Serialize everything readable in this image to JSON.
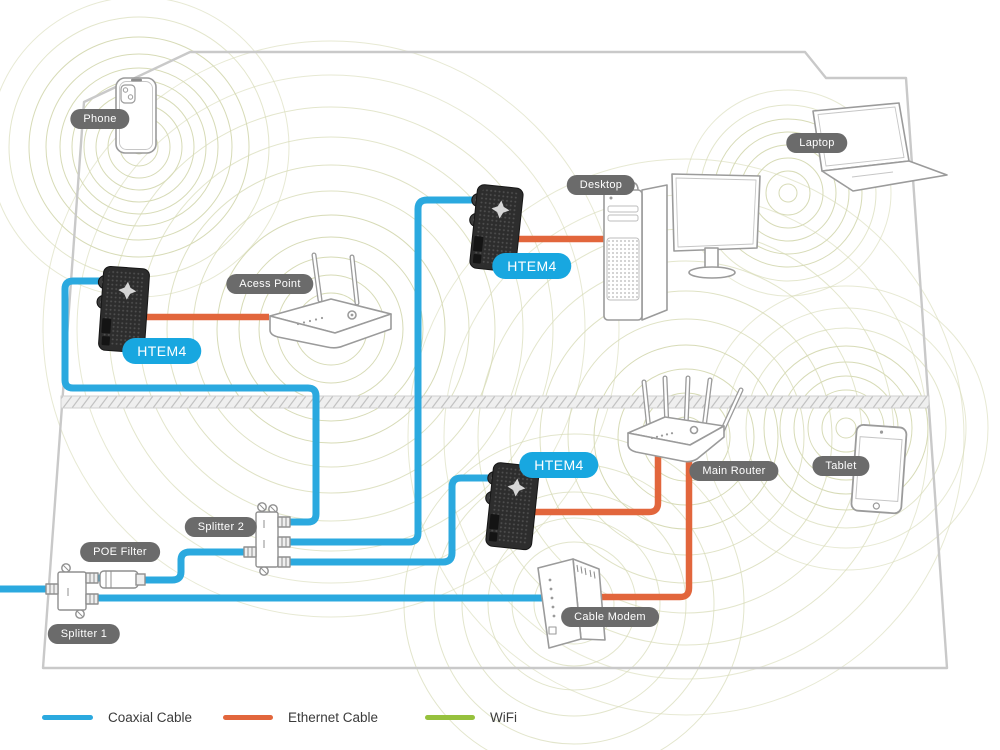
{
  "devices": {
    "phone": {
      "label": "Phone"
    },
    "laptop": {
      "label": "Laptop"
    },
    "desktop": {
      "label": "Desktop"
    },
    "access_point": {
      "label": "Acess Point"
    },
    "main_router": {
      "label": "Main Router"
    },
    "tablet": {
      "label": "Tablet"
    },
    "splitter_2": {
      "label": "Splitter 2"
    },
    "poe_filter": {
      "label": "POE Filter"
    },
    "splitter_1": {
      "label": "Splitter 1"
    },
    "cable_modem": {
      "label": "Cable Modem"
    }
  },
  "adapters": {
    "access_point_adapter": {
      "label": "HTEM4"
    },
    "desktop_adapter": {
      "label": "HTEM4"
    },
    "router_adapter": {
      "label": "HTEM4"
    }
  },
  "legend": {
    "items": [
      {
        "label": "Coaxial Cable",
        "color": "#2BA9DF"
      },
      {
        "label": "Ethernet Cable",
        "color": "#E2663C"
      },
      {
        "label": "WiFi",
        "color": "#96C13D"
      }
    ]
  },
  "colors": {
    "coaxial_cable": "#2BA9DF",
    "ethernet_cable": "#E2663C",
    "wifi_rings": "#B6BD7B",
    "adapter_badge": "#18A7E0",
    "device_label_pill": "#6B6B6B",
    "house_outline": "#C9C9C9"
  }
}
